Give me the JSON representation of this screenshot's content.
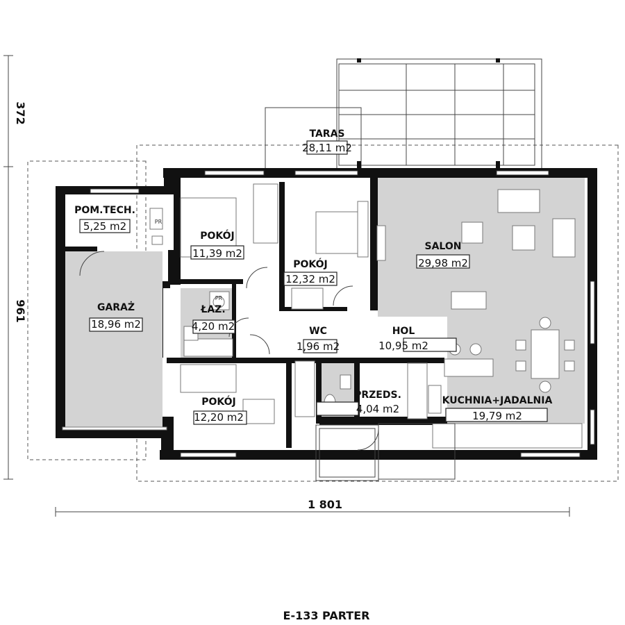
{
  "caption": "E-133 PARTER",
  "dimensions": {
    "width": "1 801",
    "height": "961",
    "terrace_depth": "372"
  },
  "rooms": {
    "taras": {
      "name": "TARAS",
      "area": "28,11 m2"
    },
    "pomtech": {
      "name": "POM.TECH.",
      "area": "5,25 m2"
    },
    "pokoj1": {
      "name": "POKÓJ",
      "area": "11,39 m2"
    },
    "pokoj2": {
      "name": "POKÓJ",
      "area": "12,32 m2"
    },
    "salon": {
      "name": "SALON",
      "area": "29,98 m2"
    },
    "garaz": {
      "name": "GARAŻ",
      "area": "18,96 m2"
    },
    "lazienka": {
      "name": "ŁAZ.",
      "area": "4,20 m2"
    },
    "wc": {
      "name": "WC",
      "area": "1,96 m2"
    },
    "hol": {
      "name": "HOL",
      "area": "10,95 m2"
    },
    "pokoj3": {
      "name": "POKÓJ",
      "area": "12,20 m2"
    },
    "przedsionek": {
      "name": "PRZEDS.",
      "area": "4,04 m2"
    },
    "kuchnia": {
      "name": "KUCHNIA+JADALNIA",
      "area": "19,79 m2"
    }
  },
  "fixtures": {
    "pralka": "PR",
    "pomtech_device": "PR"
  },
  "colors": {
    "wall": "#111111",
    "floor_grey": "#d3d3d3"
  }
}
